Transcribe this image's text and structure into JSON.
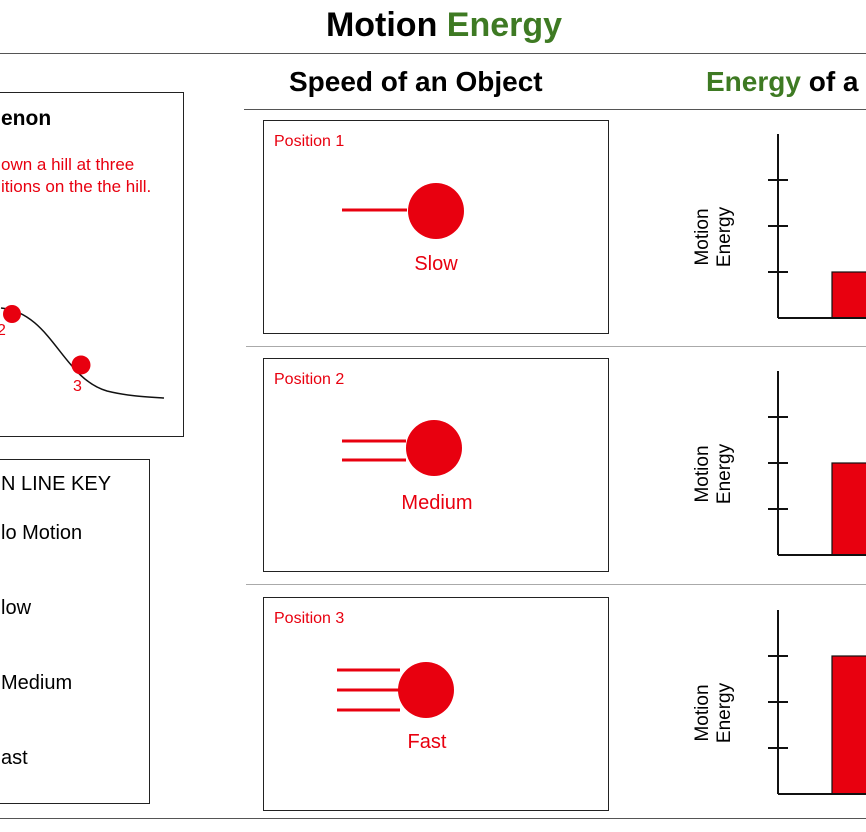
{
  "title": {
    "part1": "Motion",
    "part2": "Energy"
  },
  "columns": {
    "speed_heading": "Speed of an Object",
    "energy_heading_part1": "Energy",
    "energy_heading_part2": "of a"
  },
  "phenomenon": {
    "heading": "enon",
    "line1": "own a hill at three",
    "line2": "itions on the the hill.",
    "point2_label": "2",
    "point3_label": "3"
  },
  "key": {
    "heading": "N LINE KEY",
    "items": [
      "lo Motion",
      "low",
      "Medium",
      "ast"
    ]
  },
  "positions": [
    {
      "label": "Position 1",
      "speed": "Slow",
      "motion_lines": 1
    },
    {
      "label": "Position 2",
      "speed": "Medium",
      "motion_lines": 2
    },
    {
      "label": "Position 3",
      "speed": "Fast",
      "motion_lines": 3
    }
  ],
  "energy_graphs": [
    {
      "ylabel_line1": "Motion",
      "ylabel_line2": "Energy",
      "level": 1,
      "max_level": 3
    },
    {
      "ylabel_line1": "Motion",
      "ylabel_line2": "Energy",
      "level": 2,
      "max_level": 3
    },
    {
      "ylabel_line1": "Motion",
      "ylabel_line2": "Energy",
      "level": 3,
      "max_level": 3
    }
  ],
  "colors": {
    "accent_red": "#e8000f",
    "title_green": "#3e7a23"
  }
}
